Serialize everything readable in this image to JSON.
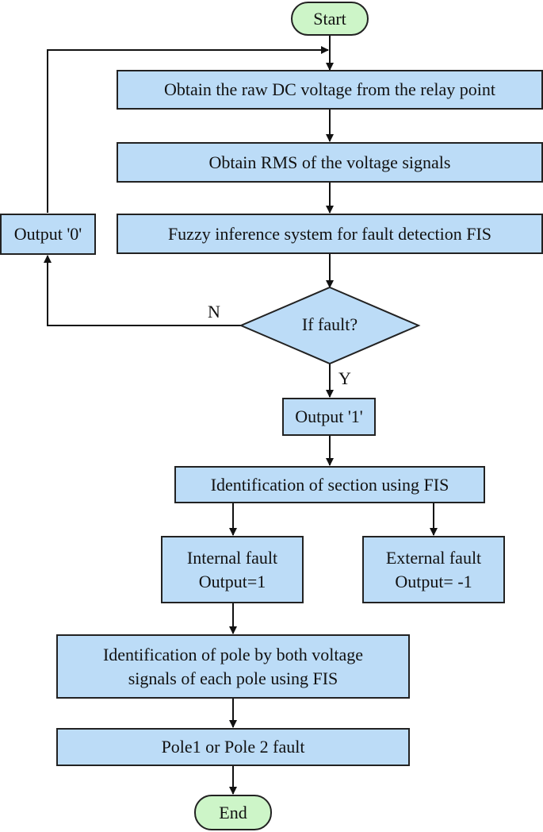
{
  "flowchart": {
    "start": "Start",
    "end": "End",
    "steps": {
      "obtain_raw": "Obtain the raw DC voltage from the relay point",
      "obtain_rms": "Obtain RMS of the voltage signals",
      "fuzzy_fis": "Fuzzy inference system for fault detection FIS",
      "decision": "If fault?",
      "output_zero": "Output '0'",
      "output_one": "Output '1'",
      "identify_section": "Identification of section using FIS",
      "internal_fault": [
        "Internal fault",
        "Output=1"
      ],
      "external_fault": [
        "External fault",
        "Output= -1"
      ],
      "identify_pole": [
        "Identification of pole by both voltage",
        "signals of each pole using FIS"
      ],
      "pole_result": "Pole1 or Pole 2 fault"
    },
    "branch_labels": {
      "no": "N",
      "yes": "Y"
    },
    "colors": {
      "process_fill": "#bcdcf7",
      "terminal_fill": "#cdf5c8",
      "stroke": "#222222"
    }
  }
}
